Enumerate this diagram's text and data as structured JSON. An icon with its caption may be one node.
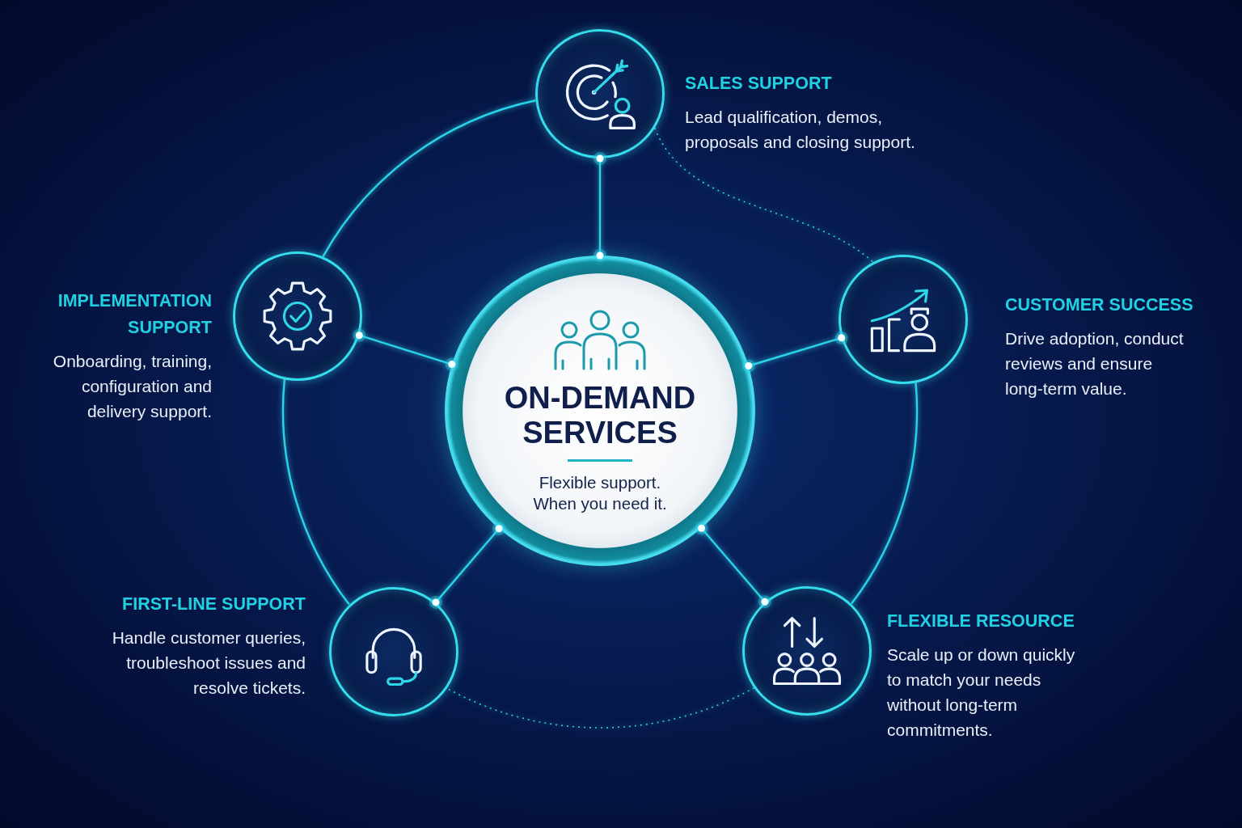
{
  "diagram": {
    "nodes": [
      {
        "text": [
          "ON-DEMAND SERVICES",
          "Flexible support. When you need it."
        ]
      },
      {
        "text": [
          "SALES SUPPORT",
          "Lead qualification, demos, proposals and closing support."
        ]
      },
      {
        "text": [
          "IMPLEMENTATION SUPPORT",
          "Onboarding, training, configuration and delivery support."
        ]
      },
      {
        "text": [
          "CUSTOMER SUCCESS",
          "Drive adoption, conduct reviews and ensure long-term value."
        ]
      },
      {
        "text": [
          "FIRST-LINE SUPPORT",
          "Handle customer queries, troubleshoot issues and resolve tickets."
        ]
      },
      {
        "text": [
          "FLEXIBLE RESOURCE",
          "Scale up or down quickly to match your needs without long-term commitments."
        ]
      }
    ],
    "edges": [
      {
        "from": 0,
        "to": 1,
        "arrow": "other"
      },
      {
        "from": 0,
        "to": 2,
        "arrow": "other"
      },
      {
        "from": 0,
        "to": 3,
        "arrow": "other"
      },
      {
        "from": 0,
        "to": 4,
        "arrow": "other"
      },
      {
        "from": 0,
        "to": 5,
        "arrow": "other"
      },
      {
        "from": 1,
        "to": 2,
        "arrow": "none"
      },
      {
        "from": 1,
        "to": 3,
        "arrow": "none",
        "style": "dashed"
      },
      {
        "from": 3,
        "to": 5,
        "arrow": "none"
      },
      {
        "from": 5,
        "to": 4,
        "arrow": "none",
        "style": "dashed"
      },
      {
        "from": 4,
        "to": 2,
        "arrow": "none"
      }
    ]
  }
}
